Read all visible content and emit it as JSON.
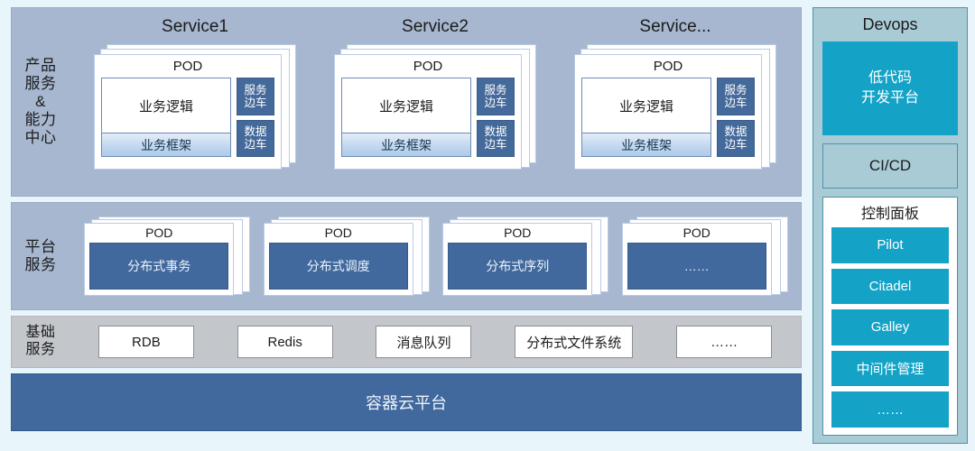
{
  "colors": {
    "page_bg": "#e8f6fb",
    "band_blue": "#a7b7d0",
    "band_gray": "#c3c6ca",
    "dark_blue": "#41699e",
    "sidecar_blue": "#44699b",
    "devops_bg": "#a9cbd6",
    "devops_accent": "#14a3c7"
  },
  "rows": {
    "product": {
      "label": "产品\n服务\n&\n能力\n中心",
      "services": [
        {
          "title": "Service1",
          "pod": {
            "title": "POD",
            "logic": "业务逻辑",
            "framework": "业务框架",
            "sidecars": [
              "服务\n边车",
              "数据\n边车"
            ]
          }
        },
        {
          "title": "Service2",
          "pod": {
            "title": "POD",
            "logic": "业务逻辑",
            "framework": "业务框架",
            "sidecars": [
              "服务\n边车",
              "数据\n边车"
            ]
          }
        },
        {
          "title": "Service...",
          "pod": {
            "title": "POD",
            "logic": "业务逻辑",
            "framework": "业务框架",
            "sidecars": [
              "服务\n边车",
              "数据\n边车"
            ]
          }
        }
      ]
    },
    "platform": {
      "label": "平台\n服务",
      "pods": [
        {
          "title": "POD",
          "name": "分布式事务"
        },
        {
          "title": "POD",
          "name": "分布式调度"
        },
        {
          "title": "POD",
          "name": "分布式序列"
        },
        {
          "title": "POD",
          "name": "……"
        }
      ]
    },
    "infra": {
      "label": "基础\n服务",
      "items": [
        "RDB",
        "Redis",
        "消息队列",
        "分布式文件系统",
        "……"
      ]
    },
    "container": {
      "label": "容器云平台"
    }
  },
  "devops": {
    "title": "Devops",
    "lowcode": "低代码\n开发平台",
    "cicd": "CI/CD",
    "control_panel": {
      "title": "控制面板",
      "items": [
        "Pilot",
        "Citadel",
        "Galley",
        "中间件管理",
        "……"
      ]
    }
  }
}
